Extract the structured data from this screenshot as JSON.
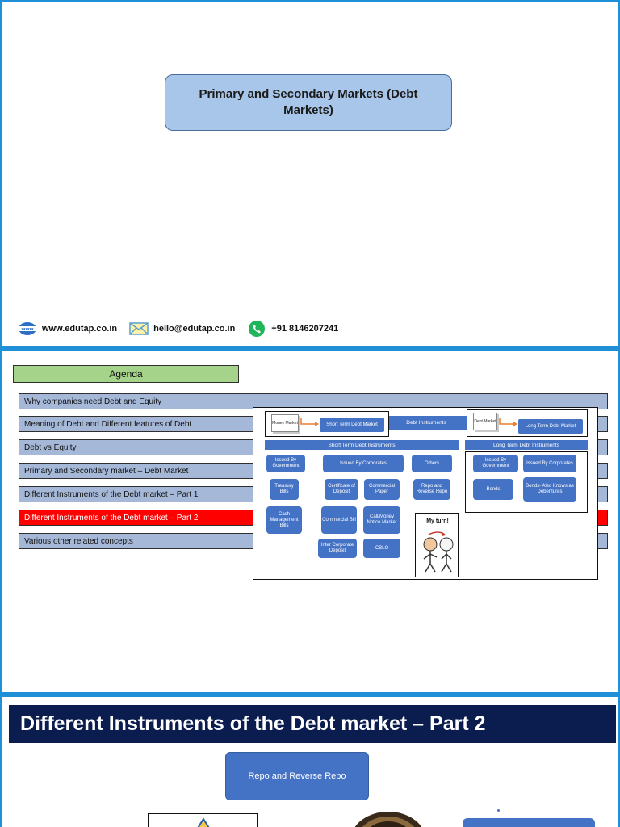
{
  "slide1": {
    "title": "Primary and Secondary Markets (Debt Markets)",
    "contact": {
      "website": "www.edutap.co.in",
      "email": "hello@edutap.co.in",
      "phone": "+91 8146207241",
      "icons": [
        "www-icon",
        "email-icon",
        "phone-icon"
      ]
    }
  },
  "slide2": {
    "agenda_title": "Agenda",
    "agenda_items": [
      "Why companies need Debt and Equity",
      "Meaning of Debt and Different features of Debt",
      "Debt vs Equity",
      "Primary and Secondary market – Debt Market",
      "Different Instruments of the Debt market – Part 1",
      "Different Instruments of the Debt market – Part 2",
      "Various other related concepts"
    ],
    "active_index": 5,
    "diagram": {
      "money_market": "Money Market",
      "short_term_debt_market": "Short Term Debt Market",
      "debt_instruments": "Debt Instruments",
      "debt_market": "Debt Market",
      "long_term_debt_market": "Long Term Debt Market",
      "short_term_header": "Short Term Debt Instruments",
      "long_term_header": "Long  Term Debt Instruments",
      "short_boxes": {
        "issued_gov": "Issued By Government",
        "issued_corp": "Issued By Corporates",
        "others": "Others",
        "treasury": "Treasury Bills",
        "cd": "Certificate of Deposit",
        "cp": "Commercial Paper",
        "repo": "Repo and Reverse Repo",
        "cmb": "Cash Management Bills",
        "cb": "Commercial Bill",
        "call": "Call/Money Notice Market",
        "icd": "Inter Corporate Deposit",
        "cblo": "CBLO"
      },
      "long_boxes": {
        "issued_gov": "Issued By Government",
        "issued_corp": "Issued By Corporates",
        "bonds": "Bonds",
        "debentures": "Bonds- Also Knows as Debentures"
      },
      "my_turn": "My turn!"
    }
  },
  "slide3": {
    "title": "Different Instruments of the Debt market – Part 2",
    "repo_label": "Repo and Reverse Repo"
  },
  "colors": {
    "frame": "#1f8fd8",
    "title_box": "#a7c6ea",
    "agenda_green": "#a6d38a",
    "agenda_row": "#a6b8d8",
    "active_row": "#ff0000",
    "navy": "#0b1c4f",
    "box_blue": "#4472c4"
  }
}
